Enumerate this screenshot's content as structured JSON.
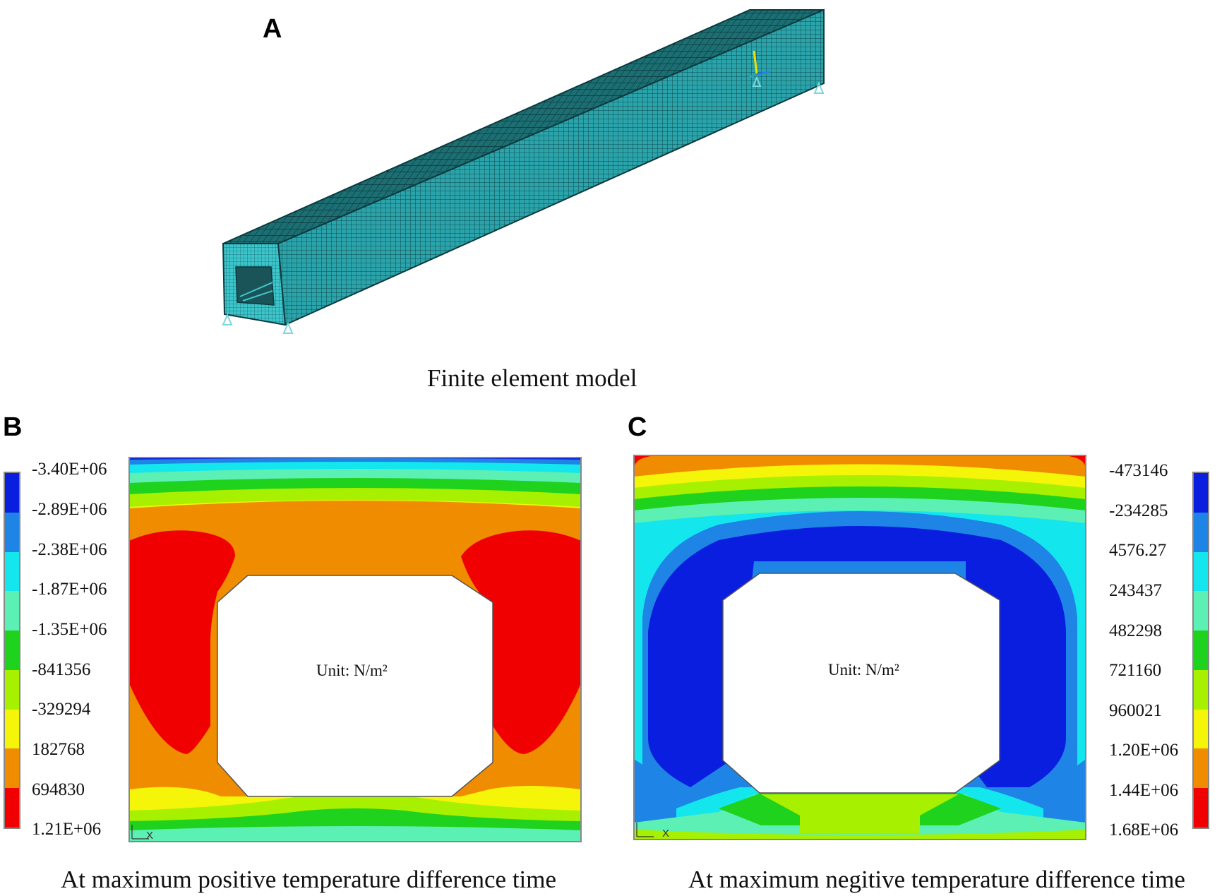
{
  "panels": {
    "a": {
      "letter": "A",
      "caption": "Finite element model"
    },
    "b": {
      "letter": "B",
      "caption": "At maximum positive temperature difference time",
      "unit": "Unit:  N/m²",
      "legend": [
        "-3.40E+06",
        "-2.89E+06",
        "-2.38E+06",
        "-1.87E+06",
        "-1.35E+06",
        "-841356",
        "-329294",
        "182768",
        "694830",
        "1.21E+06"
      ],
      "axis_mark": "X"
    },
    "c": {
      "letter": "C",
      "caption": "At maximum negitive temperature difference time",
      "unit": "Unit:  N/m²",
      "legend": [
        "-473146",
        "-234285",
        "4576.27",
        "243437",
        "482298",
        "721160",
        "960021",
        "1.20E+06",
        "1.44E+06",
        "1.68E+06"
      ],
      "axis_mark": "X"
    }
  },
  "colors": {
    "contour_scale": [
      "#0a1ee0",
      "#1e84e6",
      "#14e6ee",
      "#5cf0b4",
      "#1ed21e",
      "#a6f000",
      "#f5f50a",
      "#f08c00",
      "#f00000"
    ],
    "mesh": "#1f8a8e",
    "mesh_dark": "#0c3c40"
  }
}
